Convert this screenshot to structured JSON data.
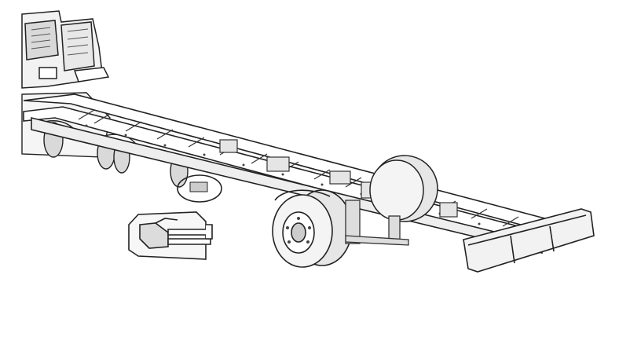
{
  "diagram": {
    "subject": "truck-chassis-line-drawing",
    "colors": {
      "background": "#ffffff",
      "line": "#222222",
      "detail": "#555555",
      "fill_light": "#f2f2f2",
      "fill_mid": "#d9d9d9",
      "tire": "#e6e6e6"
    },
    "callout": {
      "has_circle_marker": true,
      "has_inset_detail": true
    },
    "components": [
      "cab-structure",
      "frame-rails",
      "cross-members",
      "front-suspension",
      "rear-wheel-near",
      "rear-wheel-far",
      "rear-bumper",
      "detail-callout-circle",
      "inset-detail-part"
    ]
  }
}
